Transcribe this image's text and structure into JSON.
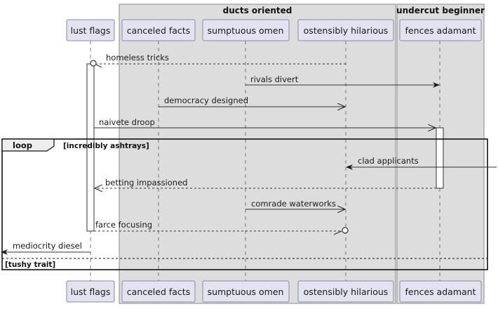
{
  "groups": {
    "ducts": "ducts oriented",
    "undercut": "undercut beginner"
  },
  "participants": {
    "lust": "lust flags",
    "canceled": "canceled facts",
    "sumptuous": "sumptuous omen",
    "ostensibly": "ostensibly hilarious",
    "fences": "fences adamant"
  },
  "messages": {
    "m1": "homeless tricks",
    "m2": "rivals divert",
    "m3": "democracy designed",
    "m4": "naivete droop",
    "m5": "clad applicants",
    "m6": "betting impassioned",
    "m7": "comrade waterworks",
    "m8": "farce focusing",
    "m9": "mediocrity diesel"
  },
  "loop": {
    "keyword": "loop",
    "guard": "[incredibly ashtrays]",
    "else_guard": "[tushy trait]"
  }
}
